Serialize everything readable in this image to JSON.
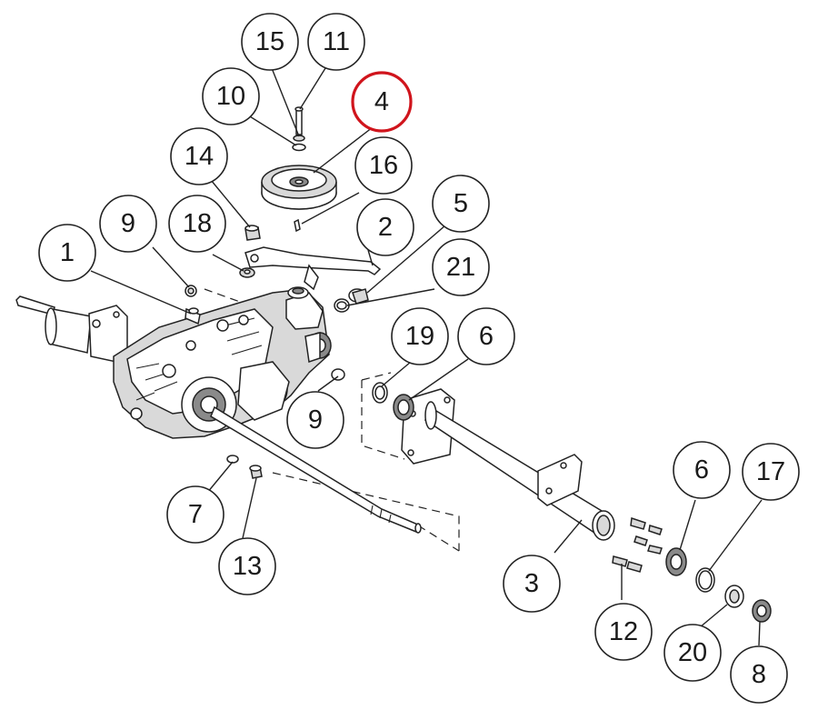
{
  "diagram": {
    "callouts": [
      {
        "id": "c15",
        "label": "15"
      },
      {
        "id": "c11",
        "label": "11"
      },
      {
        "id": "c10",
        "label": "10"
      },
      {
        "id": "c4",
        "label": "4"
      },
      {
        "id": "c14",
        "label": "14"
      },
      {
        "id": "c16",
        "label": "16"
      },
      {
        "id": "c9a",
        "label": "9"
      },
      {
        "id": "c18",
        "label": "18"
      },
      {
        "id": "c5",
        "label": "5"
      },
      {
        "id": "c2",
        "label": "2"
      },
      {
        "id": "c1",
        "label": "1"
      },
      {
        "id": "c21",
        "label": "21"
      },
      {
        "id": "c19",
        "label": "19"
      },
      {
        "id": "c6a",
        "label": "6"
      },
      {
        "id": "c9b",
        "label": "9"
      },
      {
        "id": "c6b",
        "label": "6"
      },
      {
        "id": "c17",
        "label": "17"
      },
      {
        "id": "c7",
        "label": "7"
      },
      {
        "id": "c13",
        "label": "13"
      },
      {
        "id": "c3",
        "label": "3"
      },
      {
        "id": "c12",
        "label": "12"
      },
      {
        "id": "c20",
        "label": "20"
      },
      {
        "id": "c8",
        "label": "8"
      }
    ],
    "highlighted": "4",
    "highlight_color": "#d0141c"
  }
}
